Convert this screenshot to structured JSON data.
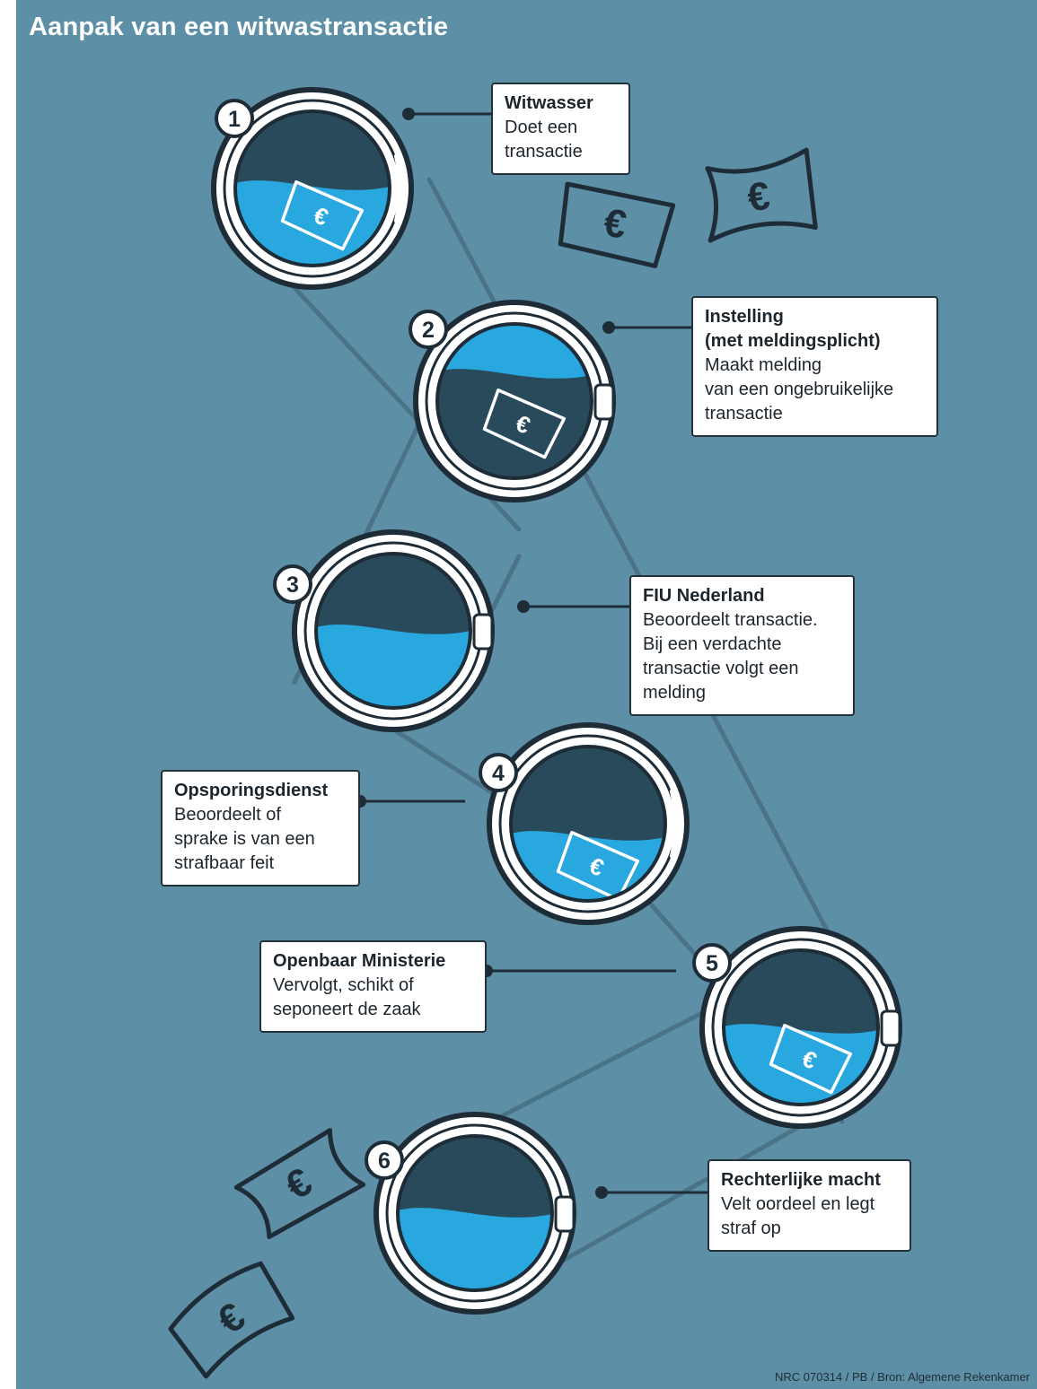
{
  "title": "Aanpak van een witwastransactie",
  "colors": {
    "background": "#5d8fa6",
    "drum_dark": "#294a5b",
    "water": "#29a8e0",
    "ring": "#ffffff",
    "outline": "#1d2c36",
    "path": "#4a7388"
  },
  "steps": [
    {
      "number": "1",
      "title": "Witwasser",
      "description": "Doet een\ntransactie"
    },
    {
      "number": "2",
      "title": "Instelling\n(met meldingsplicht)",
      "description": "Maakt melding\nvan een ongebruikelijke\ntransactie"
    },
    {
      "number": "3",
      "title": "FIU Nederland",
      "description": "Beoordeelt transactie.\nBij een verdachte\ntransactie volgt een\nmelding"
    },
    {
      "number": "4",
      "title": "Opsporingsdienst",
      "description": "Beoordeelt of\nsprake is van een\nstrafbaar feit"
    },
    {
      "number": "5",
      "title": "Openbaar Ministerie",
      "description": "Vervolgt, schikt of\nseponeert de zaak"
    },
    {
      "number": "6",
      "title": "Rechterlijke macht",
      "description": "Velt oordeel en legt\nstraf op"
    }
  ],
  "currency_symbol": "€",
  "source": "NRC 070314 / PB / Bron: Algemene Rekenkamer"
}
